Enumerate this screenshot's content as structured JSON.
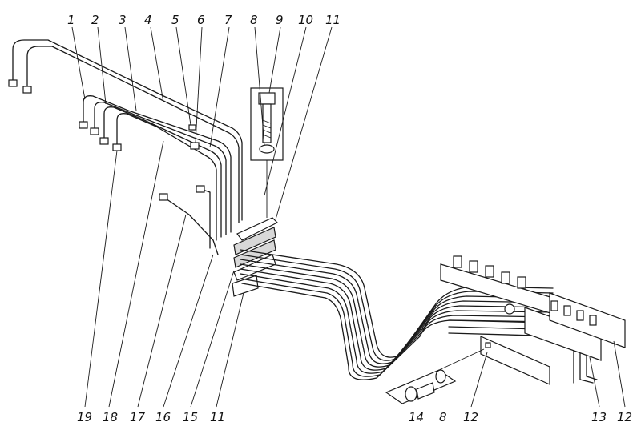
{
  "diagram": {
    "callouts_top": [
      {
        "id": "c1",
        "text": "1"
      },
      {
        "id": "c2",
        "text": "2"
      },
      {
        "id": "c3",
        "text": "3"
      },
      {
        "id": "c4",
        "text": "4"
      },
      {
        "id": "c5",
        "text": "5"
      },
      {
        "id": "c6",
        "text": "6"
      },
      {
        "id": "c7",
        "text": "7"
      },
      {
        "id": "c8",
        "text": "8"
      },
      {
        "id": "c9",
        "text": "9"
      },
      {
        "id": "c10",
        "text": "10"
      },
      {
        "id": "c11",
        "text": "11"
      }
    ],
    "callouts_bottom": [
      {
        "id": "c19",
        "text": "19"
      },
      {
        "id": "c18",
        "text": "18"
      },
      {
        "id": "c17",
        "text": "17"
      },
      {
        "id": "c16",
        "text": "16"
      },
      {
        "id": "c15",
        "text": "15"
      },
      {
        "id": "c11b",
        "text": "11"
      },
      {
        "id": "c14",
        "text": "14"
      },
      {
        "id": "c8b",
        "text": "8"
      },
      {
        "id": "c12",
        "text": "12"
      },
      {
        "id": "c13",
        "text": "13"
      },
      {
        "id": "c12b",
        "text": "12"
      }
    ]
  }
}
